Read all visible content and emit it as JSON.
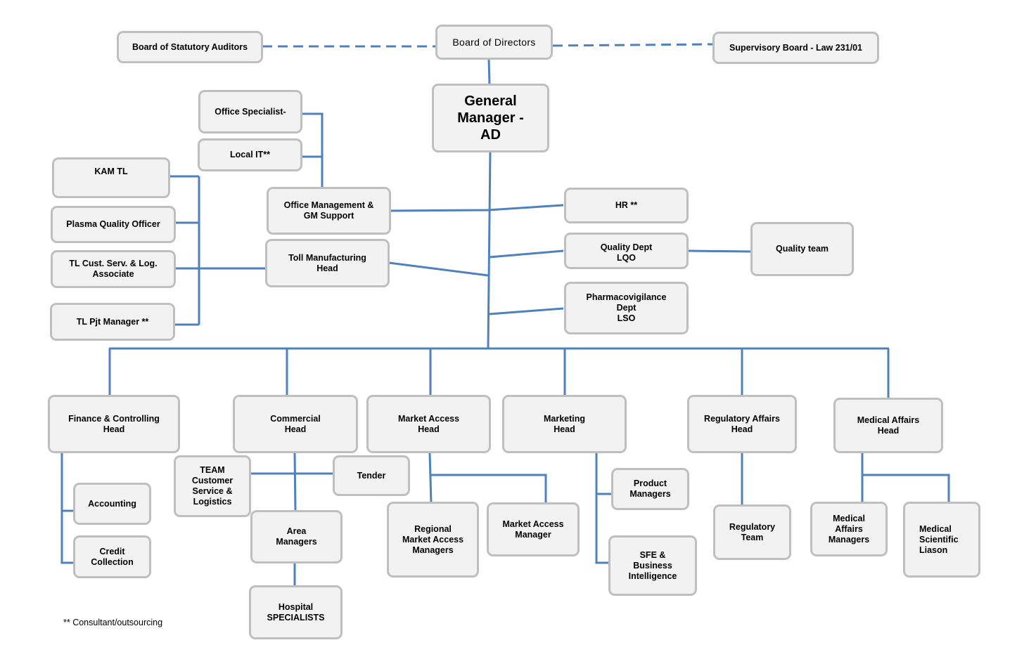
{
  "nodes": {
    "board_auditors": [
      "Board of Statutory Auditors"
    ],
    "board_directors": [
      "Board of Directors"
    ],
    "supervisory_board": [
      "Supervisory Board - Law 231/01"
    ],
    "general_manager": [
      "General",
      "Manager -",
      "AD"
    ],
    "office_specialist": [
      "Office Specialist-"
    ],
    "local_it": [
      "Local IT**"
    ],
    "kam_tl": [
      "KAM TL"
    ],
    "plasma_quality": [
      "Plasma Quality Officer"
    ],
    "tl_cust_serv": [
      "TL Cust. Serv. & Log.",
      "Associate"
    ],
    "tl_pjt_manager": [
      "TL Pjt Manager **"
    ],
    "office_management": [
      "Office Management &",
      "GM Support"
    ],
    "toll_manufacturing": [
      "Toll Manufacturing",
      "Head"
    ],
    "hr": [
      "HR **"
    ],
    "quality_dept": [
      "Quality Dept",
      "LQO"
    ],
    "quality_team": [
      "Quality team"
    ],
    "pharmacovigilance": [
      "Pharmacovigilance",
      "Dept",
      "LSO"
    ],
    "finance": [
      "Finance & Controlling",
      "Head"
    ],
    "commercial": [
      "Commercial",
      "Head"
    ],
    "market_access": [
      "Market Access",
      "Head"
    ],
    "marketing": [
      "Marketing",
      "Head"
    ],
    "regulatory": [
      "Regulatory Affairs",
      "Head"
    ],
    "medical_affairs": [
      "Medical Affairs",
      "Head"
    ],
    "accounting": [
      "Accounting"
    ],
    "credit_collection": [
      "Credit",
      "Collection"
    ],
    "team_customer": [
      "TEAM",
      "Customer",
      "Service &",
      "Logistics"
    ],
    "tender": [
      "Tender"
    ],
    "area_managers": [
      "Area",
      "Managers"
    ],
    "hospital_specialists": [
      "Hospital",
      "SPECIALISTS"
    ],
    "regional_ma": [
      "Regional",
      "Market Access",
      "Managers"
    ],
    "ma_manager": [
      "Market Access",
      "Manager"
    ],
    "product_managers": [
      "Product",
      "Managers"
    ],
    "sfe_bi": [
      "SFE &",
      "Business",
      "Intelligence"
    ],
    "regulatory_team": [
      "Regulatory",
      "Team"
    ],
    "medical_affairs_managers": [
      "Medical",
      "Affairs",
      "Managers"
    ],
    "medical_scientific_liason": [
      "Medical",
      "Scientific",
      "Liason"
    ]
  },
  "footnote": "** Consultant/outsourcing",
  "colors": {
    "line": "#4f81bd",
    "box_fill": "#f2f2f2",
    "box_border": "#bfbfbf"
  }
}
